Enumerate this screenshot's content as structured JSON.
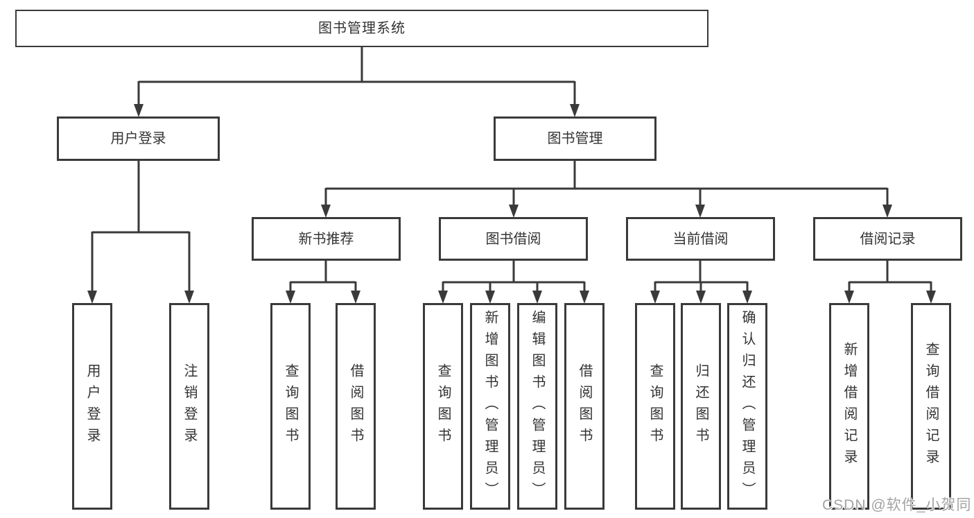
{
  "tree": {
    "root": {
      "label": "图书管理系统"
    },
    "branches": [
      {
        "label": "用户登录",
        "children": [
          {
            "label": "用户登录"
          },
          {
            "label": "注销登录"
          }
        ]
      },
      {
        "label": "图书管理",
        "children": [
          {
            "label": "新书推荐",
            "children": [
              {
                "label": "查询图书"
              },
              {
                "label": "借阅图书"
              }
            ]
          },
          {
            "label": "图书借阅",
            "children": [
              {
                "label": "查询图书"
              },
              {
                "label": "新增图书（管理员）"
              },
              {
                "label": "编辑图书（管理员）"
              },
              {
                "label": "借阅图书"
              }
            ]
          },
          {
            "label": "当前借阅",
            "children": [
              {
                "label": "查询图书"
              },
              {
                "label": "归还图书"
              },
              {
                "label": "确认归还（管理员）"
              }
            ]
          },
          {
            "label": "借阅记录",
            "children": [
              {
                "label": "新增借阅记录"
              },
              {
                "label": "查询借阅记录"
              }
            ]
          }
        ]
      }
    ]
  },
  "watermark": {
    "text": "CSDN @软件_小贺同学"
  },
  "style": {
    "line_color": "#3a3a3a",
    "box_border_color": "#3a3a3a",
    "text_color": "#333333",
    "watermark_color": "#a3a3a3",
    "background": "#ffffff"
  }
}
